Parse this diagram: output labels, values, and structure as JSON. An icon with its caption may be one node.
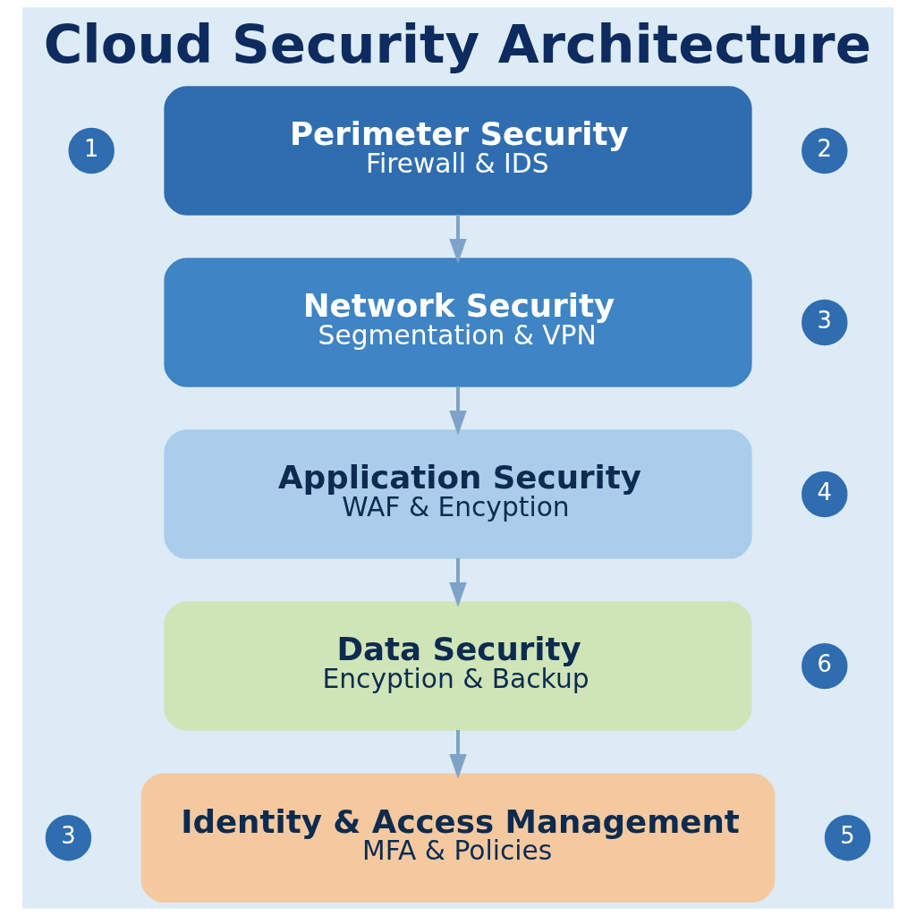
{
  "diagram": {
    "title": "Cloud Security Architecture",
    "nodes": [
      {
        "text": [
          "Perimeter Security",
          "Firewall & IDS"
        ]
      },
      {
        "text": [
          "Network Security",
          "Segmentation & VPN"
        ]
      },
      {
        "text": [
          "Application Security",
          "WAF & Encyption"
        ]
      },
      {
        "text": [
          "Data Security",
          "Encyption & Backup"
        ]
      },
      {
        "text": [
          "Identity & Access Management",
          "MFA & Policies"
        ]
      }
    ],
    "edges": [
      {
        "from": 0,
        "to": 1,
        "arrow": "to"
      },
      {
        "from": 1,
        "to": 2,
        "arrow": "to"
      },
      {
        "from": 2,
        "to": 3,
        "arrow": "to"
      },
      {
        "from": 3,
        "to": 4,
        "arrow": "to"
      }
    ],
    "labels": [
      "1",
      "2",
      "3",
      "4",
      "6",
      "3",
      "5"
    ]
  }
}
